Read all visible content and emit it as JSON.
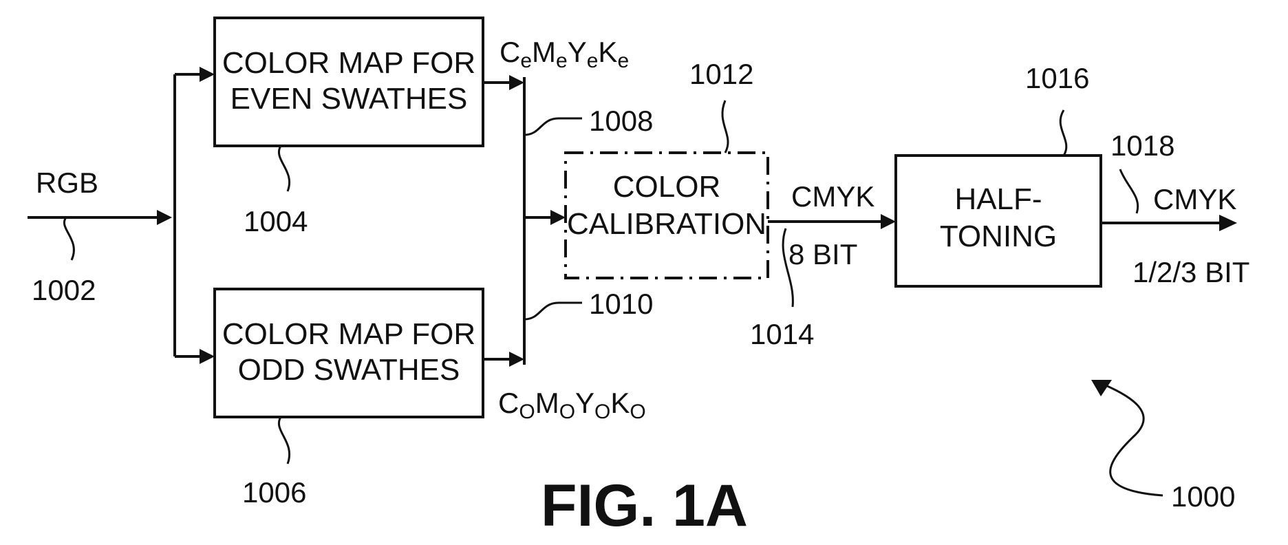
{
  "diagram": {
    "input": {
      "label": "RGB",
      "ref": "1002"
    },
    "even_map": {
      "line1": "COLOR MAP FOR",
      "line2": "EVEN SWATHES",
      "ref": "1004",
      "line_ref": "1008"
    },
    "odd_map": {
      "line1": "COLOR MAP FOR",
      "line2": "ODD SWATHES",
      "ref": "1006",
      "line_ref": "1010"
    },
    "even_output": {
      "parts": [
        "C",
        "e",
        "M",
        "e",
        "Y",
        "e",
        "K",
        "e"
      ]
    },
    "odd_output": {
      "parts": [
        "C",
        "O",
        "M",
        "O",
        "Y",
        "O",
        "K",
        "O"
      ]
    },
    "calibration": {
      "line1": "COLOR",
      "line2": "CALIBRATION",
      "ref": "1012"
    },
    "mid_signal": {
      "label": "CMYK",
      "bits": "8 BIT",
      "ref": "1014"
    },
    "halftoning": {
      "line1": "HALF-",
      "line2": "TONING",
      "ref": "1016"
    },
    "output": {
      "label": "CMYK",
      "bits": "1/2/3 BIT",
      "ref": "1018"
    },
    "system_ref": "1000",
    "figure_title": "FIG. 1A"
  }
}
